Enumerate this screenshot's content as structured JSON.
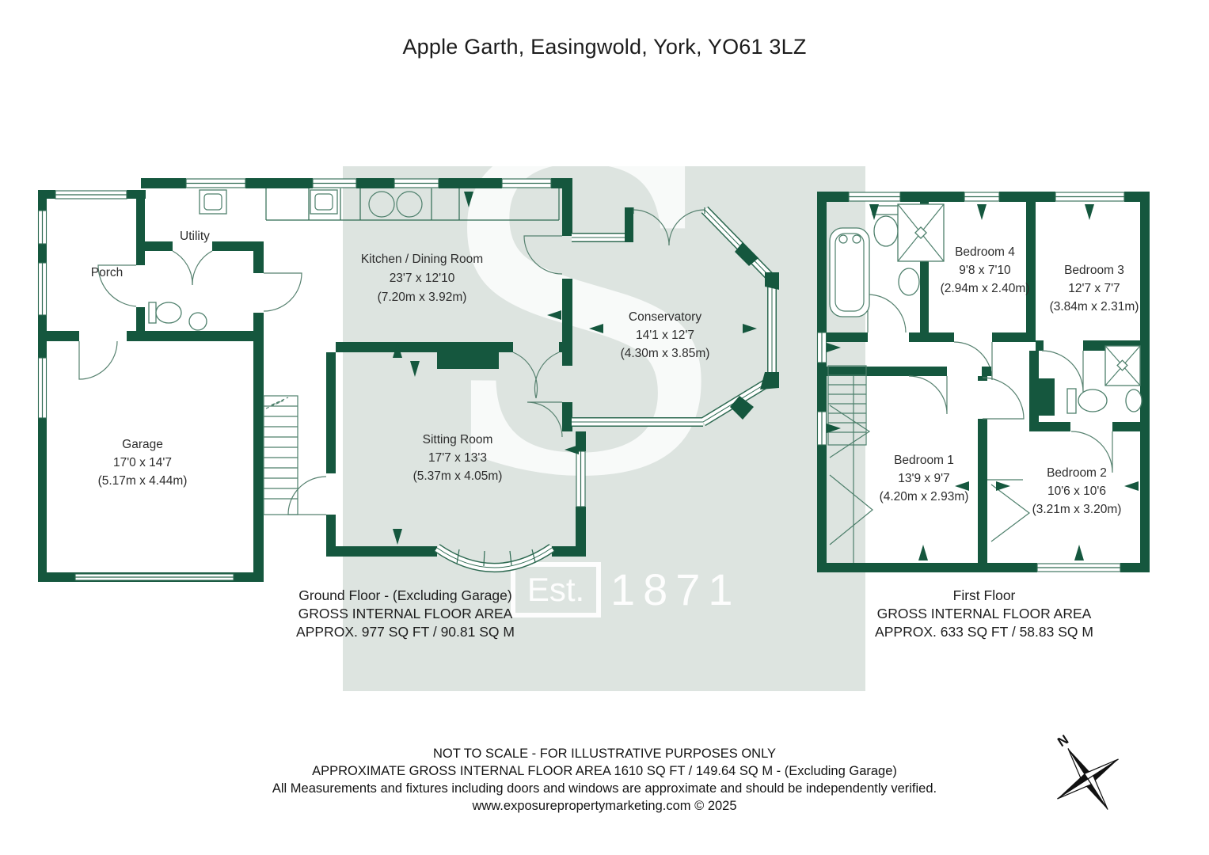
{
  "title": "Apple Garth, Easingwold, York, YO61 3LZ",
  "watermark": {
    "letter": "S",
    "est_label": "Est.",
    "year": "1871"
  },
  "ground_floor": {
    "rooms": [
      {
        "name": "Porch",
        "imperial": "",
        "metric": ""
      },
      {
        "name": "Utility",
        "imperial": "",
        "metric": ""
      },
      {
        "name": "Kitchen / Dining Room",
        "imperial": "23'7 x 12'10",
        "metric": "(7.20m x 3.92m)"
      },
      {
        "name": "Conservatory",
        "imperial": "14'1 x 12'7",
        "metric": "(4.30m x 3.85m)"
      },
      {
        "name": "Garage",
        "imperial": "17'0 x 14'7",
        "metric": "(5.17m x 4.44m)"
      },
      {
        "name": "Sitting Room",
        "imperial": "17'7 x 13'3",
        "metric": "(5.37m x 4.05m)"
      }
    ],
    "caption": {
      "line1": "Ground Floor - (Excluding Garage)",
      "line2": "GROSS INTERNAL FLOOR AREA",
      "line3": "APPROX. 977 SQ FT / 90.81 SQ M"
    }
  },
  "first_floor": {
    "rooms": [
      {
        "name": "Bedroom 4",
        "imperial": "9'8 x 7'10",
        "metric": "(2.94m x 2.40m)"
      },
      {
        "name": "Bedroom 3",
        "imperial": "12'7 x 7'7",
        "metric": "(3.84m x 2.31m)"
      },
      {
        "name": "Bedroom 1",
        "imperial": "13'9 x 9'7",
        "metric": "(4.20m x 2.93m)"
      },
      {
        "name": "Bedroom 2",
        "imperial": "10'6 x 10'6",
        "metric": "(3.21m x 3.20m)"
      }
    ],
    "caption": {
      "line1": "First Floor",
      "line2": "GROSS INTERNAL FLOOR AREA",
      "line3": "APPROX. 633 SQ FT / 58.83 SQ M"
    }
  },
  "footer": {
    "line1": "NOT TO SCALE - FOR ILLUSTRATIVE PURPOSES ONLY",
    "line2": "APPROXIMATE GROSS INTERNAL FLOOR AREA 1610 SQ FT / 149.64 SQ M - (Excluding Garage)",
    "line3": "All Measurements and fixtures including doors and windows are approximate and should be independently verified.",
    "line4": "www.exposurepropertymarketing.com © 2025"
  },
  "compass": {
    "north_label": "N"
  },
  "colors": {
    "wall": "#15573e",
    "thin_line": "#2e6a52",
    "watermark_bg": "#dde4e0",
    "watermark_fg": "#ffffff",
    "text": "#1c1c1c"
  }
}
